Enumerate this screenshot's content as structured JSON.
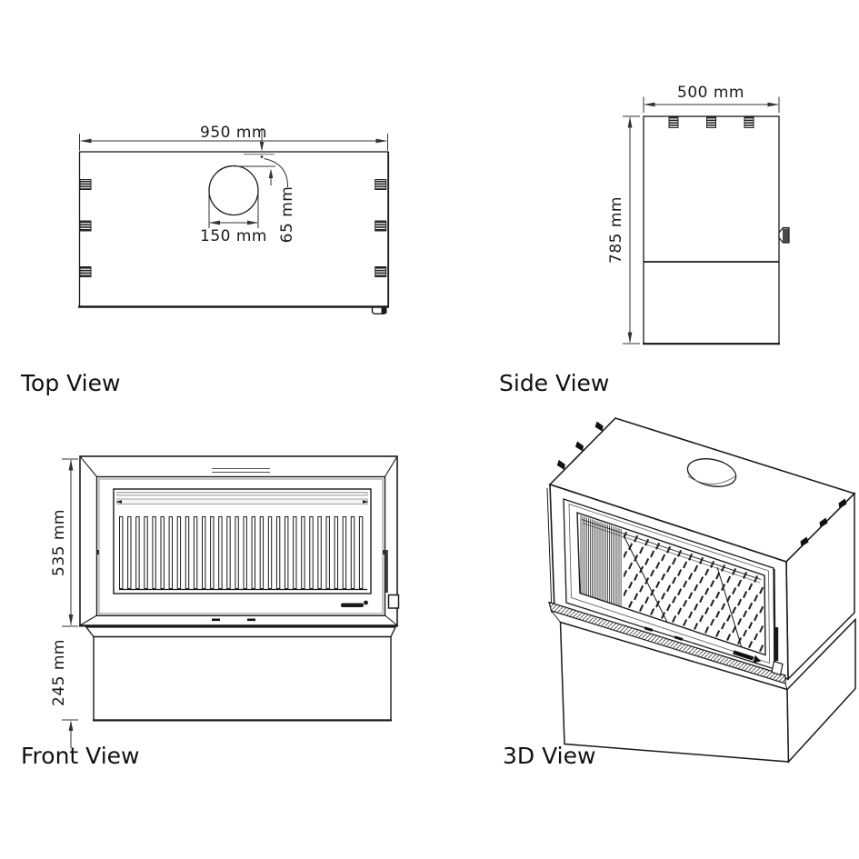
{
  "colors": {
    "background": "#ffffff",
    "line": "#1a1a1a",
    "dimension_line": "#333333",
    "light_line": "#999999"
  },
  "views": {
    "top": {
      "label": "Top View",
      "dims": {
        "width": "950 mm",
        "flue_diameter": "150 mm",
        "flue_offset": "65 mm"
      }
    },
    "side": {
      "label": "Side View",
      "dims": {
        "depth": "500 mm",
        "height": "785 mm"
      }
    },
    "front": {
      "label": "Front View",
      "dims": {
        "firebox_height": "535 mm",
        "plinth_height": "245 mm"
      }
    },
    "three_d": {
      "label": "3D View"
    }
  }
}
